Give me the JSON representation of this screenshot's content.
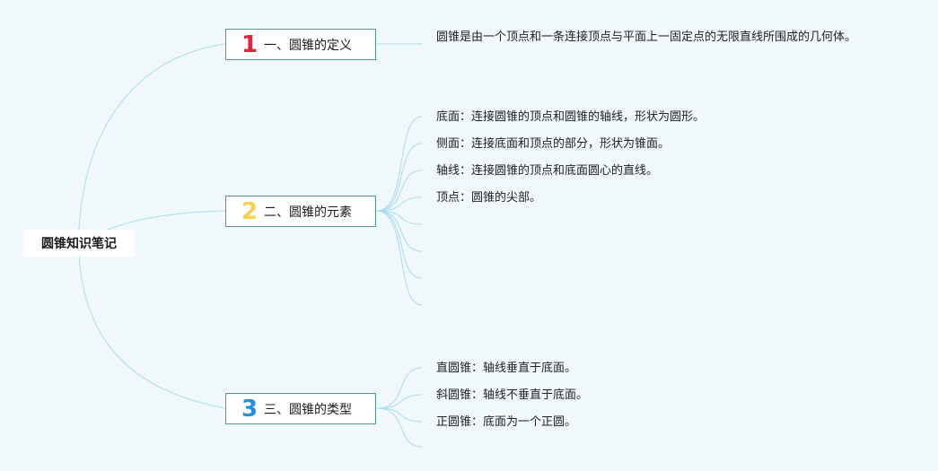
{
  "root": {
    "label": "圆锥知识笔记"
  },
  "branches": [
    {
      "number": "1",
      "number_color": "#e0243a",
      "label": "一、圆锥的定义",
      "leaves": [
        "圆锥是由一个顶点和一条连接顶点与平面上一固定点的无限直线所围成的几何体。"
      ]
    },
    {
      "number": "2",
      "number_color": "#f5d24a",
      "label": "二、圆锥的元素",
      "leaves": [
        "底面：连接圆锥的顶点和圆锥的轴线，形状为圆形。",
        "侧面：连接底面和顶点的部分，形状为锥面。",
        "轴线：连接圆锥的顶点和底面圆心的直线。",
        "顶点：圆锥的尖部。",
        "",
        "",
        "",
        ""
      ]
    },
    {
      "number": "3",
      "number_color": "#2a8fd6",
      "label": "三、圆锥的类型",
      "leaves": [
        "直圆锥：轴线垂直于底面。",
        "斜圆锥：轴线不垂直于底面。",
        "正圆锥：底面为一个正圆。",
        ""
      ]
    }
  ],
  "colors": {
    "connector": "#a8dcef",
    "branch_border": "#4f9b8f"
  }
}
